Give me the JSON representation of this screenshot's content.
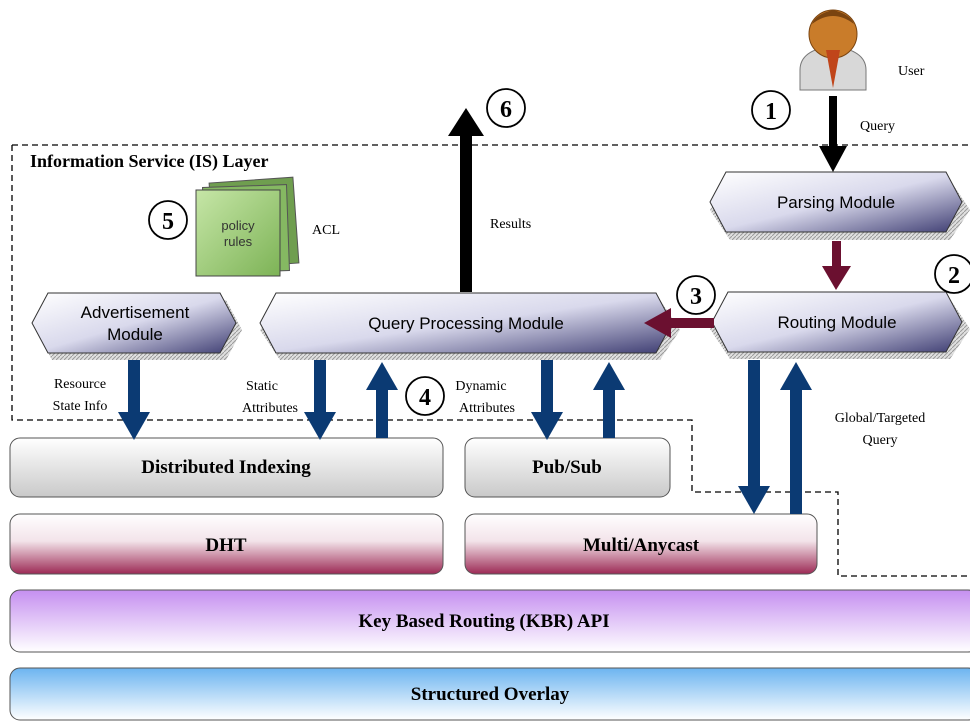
{
  "layer": {
    "title": "Information Service (IS) Layer"
  },
  "modules": {
    "parsing": "Parsing Module",
    "routing": "Routing Module",
    "query_processing": "Query Processing Module",
    "advertisement_line1": "Advertisement",
    "advertisement_line2": "Module"
  },
  "bars": {
    "distributed_indexing": "Distributed Indexing",
    "pubsub": "Pub/Sub",
    "dht": "DHT",
    "multicast": "Multi/Anycast",
    "kbr": "Key Based Routing (KBR) API",
    "overlay": "Structured Overlay"
  },
  "labels": {
    "user": "User",
    "query": "Query",
    "results": "Results",
    "acl": "ACL",
    "policy_line1": "policy",
    "policy_line2": "rules",
    "resource_line1": "Resource",
    "resource_line2": "State Info",
    "static_line1": "Static",
    "static_line2": "Attributes",
    "dynamic_line1": "Dynamic",
    "dynamic_line2": "Attributes",
    "global_line1": "Global/Targeted",
    "global_line2": "Query"
  },
  "steps": [
    "1",
    "2",
    "3",
    "4",
    "5",
    "6"
  ],
  "colors": {
    "navy_arrow": "#0b3a73",
    "maroon_arrow": "#6b1030",
    "dht_fill": "#9c2a55",
    "kbr_fill": "#c58ff0",
    "overlay_fill": "#6cb4f0",
    "policy_fill": "#8fc46a"
  }
}
